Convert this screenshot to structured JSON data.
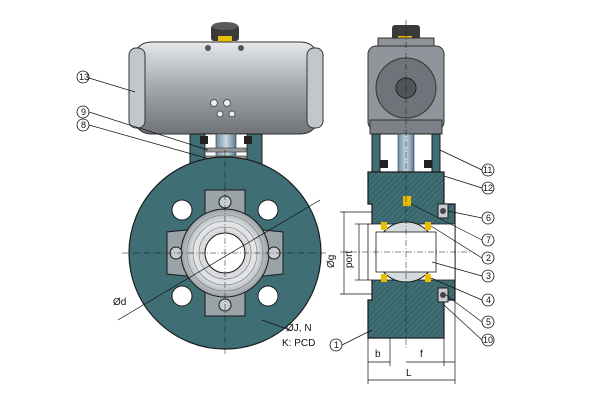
{
  "parts": [
    "1",
    "2",
    "3",
    "4",
    "5",
    "6",
    "7",
    "8",
    "9",
    "10",
    "11",
    "12",
    "13"
  ],
  "dimensions": {
    "d": "Ød",
    "j_n": "ØJ, N",
    "pcd": "K: PCD",
    "g": "Øg",
    "port": "port",
    "b": "b",
    "f": "f",
    "l": "L"
  },
  "colors": {
    "body": "#3f6f75",
    "body_dark": "#2f5a60",
    "actuator": "#b8bcc0",
    "metal": "#c9ccd0",
    "yellow_seat": "#e8c000",
    "outline": "#1a1a1a"
  }
}
